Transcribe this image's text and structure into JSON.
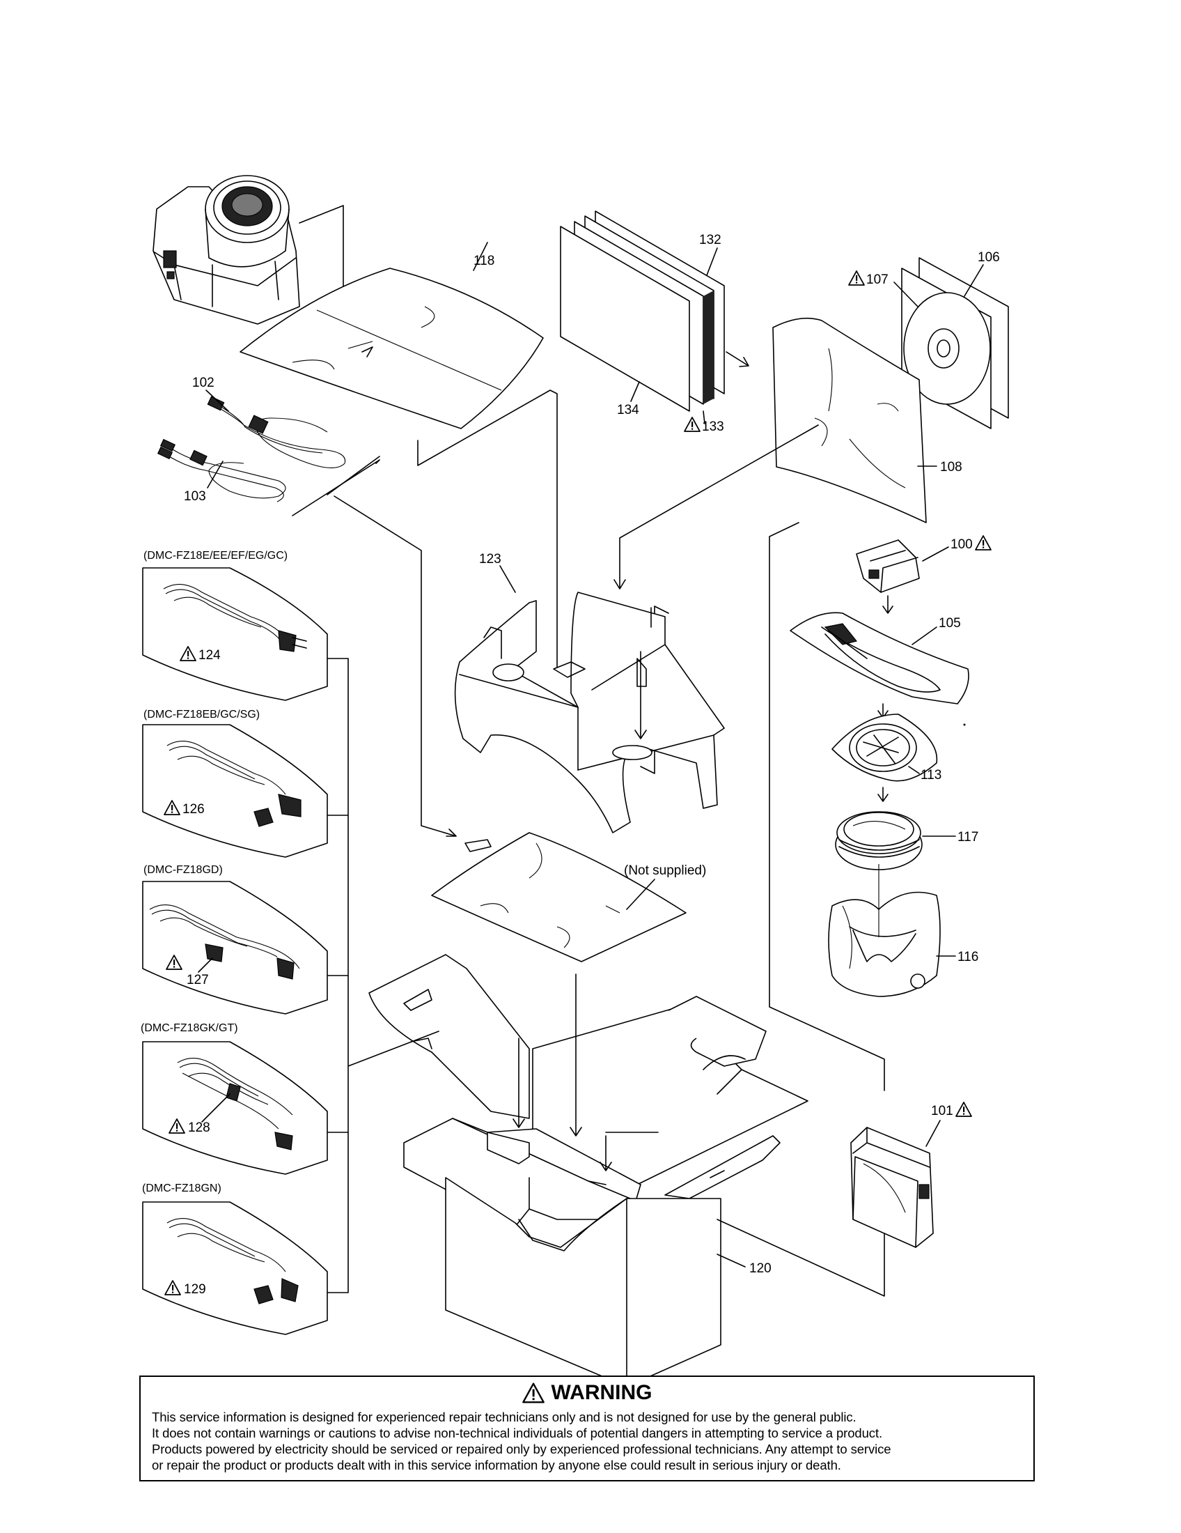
{
  "parts": {
    "p100": "100",
    "p101": "101",
    "p102": "102",
    "p103": "103",
    "p105": "105",
    "p106": "106",
    "p107": "107",
    "p108": "108",
    "p113": "113",
    "p116": "116",
    "p117": "117",
    "p118": "118",
    "p120": "120",
    "p123": "123",
    "p124": "124",
    "p126": "126",
    "p127": "127",
    "p128": "128",
    "p129": "129",
    "p132": "132",
    "p133": "133",
    "p134": "134"
  },
  "not_supplied": "(Not supplied)",
  "variants": {
    "v1": "(DMC-FZ18E/EE/EF/EG/GC)",
    "v2": "(DMC-FZ18EB/GC/SG)",
    "v3": "(DMC-FZ18GD)",
    "v4": "(DMC-FZ18GK/GT)",
    "v5": "(DMC-FZ18GN)"
  },
  "warning": {
    "title": "WARNING",
    "lines": [
      "This service information is designed for experienced repair technicians only and is not designed for use by the general public.",
      "It does not contain warnings or cautions to advise non-technical individuals of potential dangers in attempting to service a product.",
      "Products powered by electricity should be serviced or repaired only by experienced professional technicians. Any attempt to service",
      "or repair the product or products dealt with in this service information by anyone else could result in serious injury or death."
    ]
  }
}
